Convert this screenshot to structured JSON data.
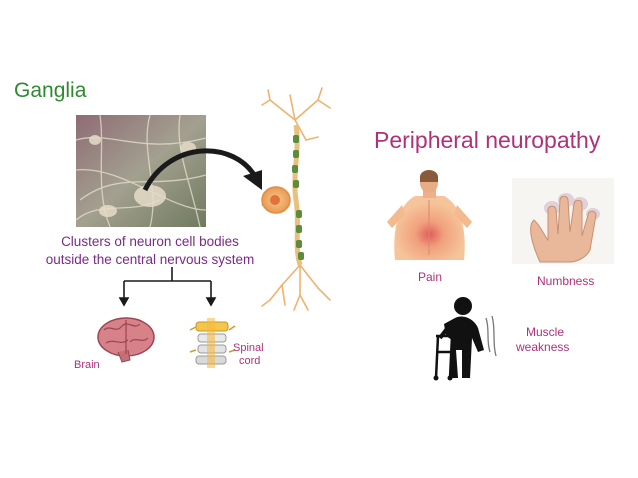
{
  "ganglia": {
    "title": "Ganglia",
    "description_line1": "Clusters of neuron cell bodies",
    "description_line2": "outside the central nervous system",
    "targets": {
      "brain": "Brain",
      "spinal_line1": "Spinal",
      "spinal_line2": "cord"
    }
  },
  "neuropathy": {
    "title": "Peripheral neuropathy",
    "symptoms": {
      "pain": "Pain",
      "numbness": "Numbness",
      "muscle_line1": "Muscle",
      "muscle_line2": "weakness"
    }
  },
  "colors": {
    "ganglia_title": "#2f8a2f",
    "neuropathy_title": "#b0307a",
    "caption": "#7a2a86",
    "arrow": "#1a1a1a"
  }
}
